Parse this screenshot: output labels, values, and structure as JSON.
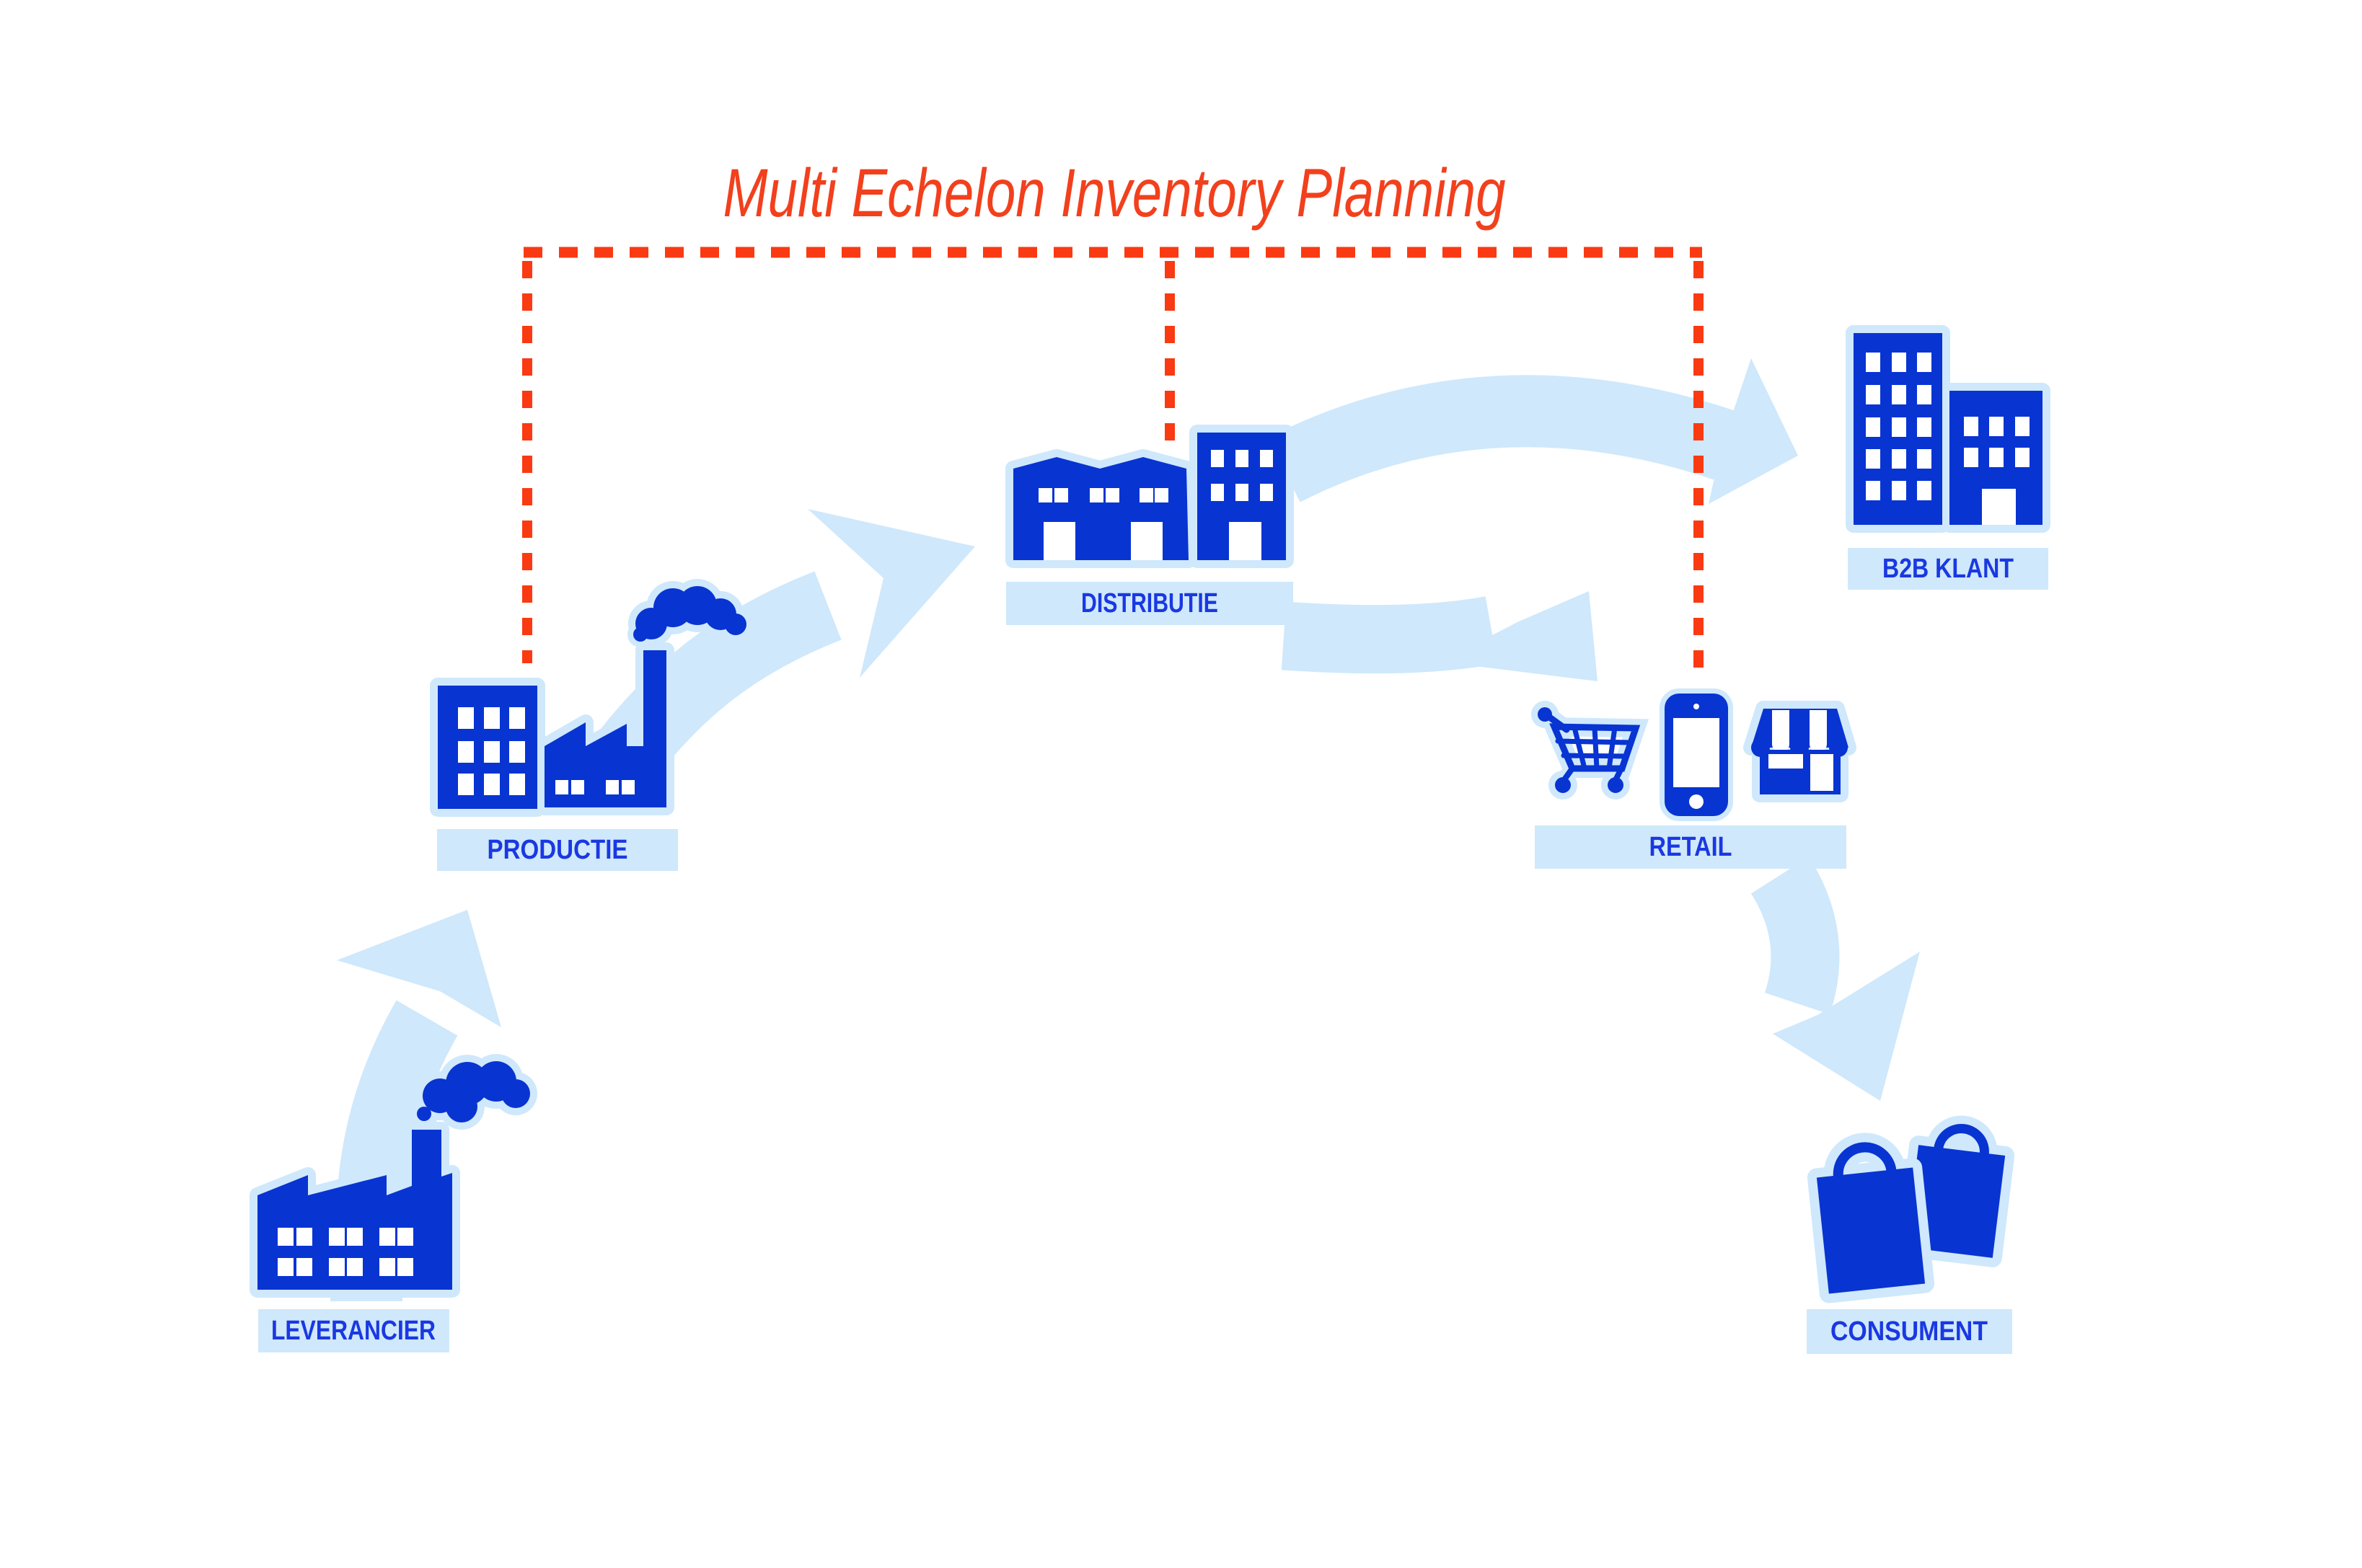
{
  "title": "Multi Echelon Inventory Planning",
  "colors": {
    "icon_blue": "#0834d2",
    "label_blue": "#1a38e2",
    "light_blue": "#cfe8fb",
    "dash_red": "#fa3a12",
    "title_red": "#f2401d",
    "white": "#ffffff"
  },
  "nodes": [
    {
      "id": "leverancier",
      "label": "LEVERANCIER"
    },
    {
      "id": "productie",
      "label": "PRODUCTIE"
    },
    {
      "id": "distributie",
      "label": "DISTRIBUTIE"
    },
    {
      "id": "retail",
      "label": "RETAIL"
    },
    {
      "id": "b2b-klant",
      "label": "B2B KLANT"
    },
    {
      "id": "consument",
      "label": "CONSUMENT"
    }
  ]
}
